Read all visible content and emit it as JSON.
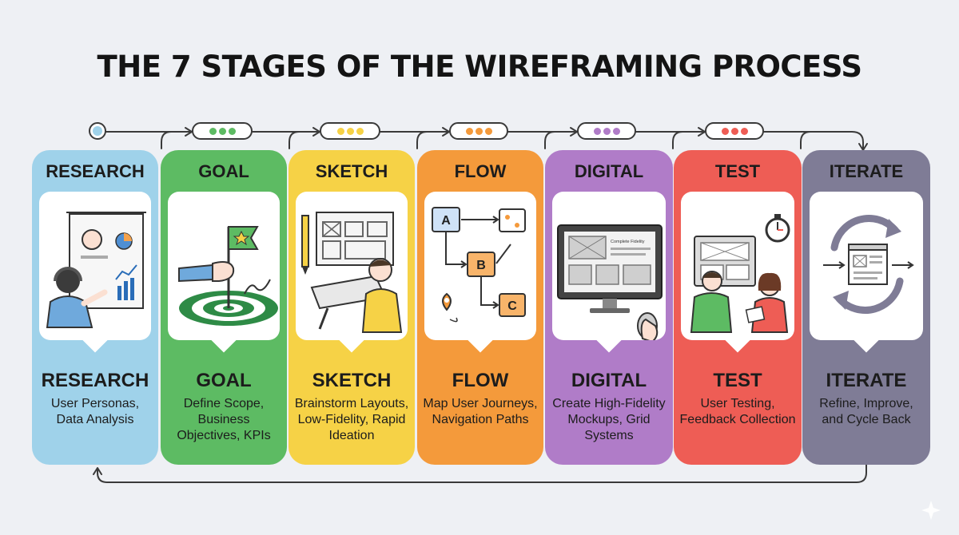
{
  "title": "THE 7 STAGES OF THE WIREFRAMING PROCESS",
  "stages": [
    {
      "header": "RESEARCH",
      "subtitle": "RESEARCH",
      "description": "User Personas, Data Analysis",
      "color": "#9fd2ea",
      "dot_color": "#9fd2ea",
      "dot_count": 1,
      "illustration": "presentation-board-icon"
    },
    {
      "header": "GOAL",
      "subtitle": "GOAL",
      "description": "Define Scope, Business Objectives, KPIs",
      "color": "#5dbb63",
      "dot_color": "#5dbb63",
      "dot_count": 3,
      "illustration": "flag-target-icon"
    },
    {
      "header": "SKETCH",
      "subtitle": "SKETCH",
      "description": "Brainstorm Layouts, Low-Fidelity, Rapid Ideation",
      "color": "#f6d246",
      "dot_color": "#f6d246",
      "dot_count": 3,
      "illustration": "sketchbook-icon"
    },
    {
      "header": "FLOW",
      "subtitle": "FLOW",
      "description": "Map User Journeys, Navigation Paths",
      "color": "#f49a3b",
      "dot_color": "#f49a3b",
      "dot_count": 3,
      "illustration": "flowchart-icon",
      "nodes": [
        "A",
        "B",
        "C"
      ]
    },
    {
      "header": "DIGITAL",
      "subtitle": "DIGITAL",
      "description": "Create High-Fidelity Mockups, Grid Systems",
      "color": "#b07cc8",
      "dot_color": "#b07cc8",
      "dot_count": 3,
      "illustration": "monitor-mockup-icon",
      "screen_label": "Complete Fidelity"
    },
    {
      "header": "TEST",
      "subtitle": "TEST",
      "description": "User Testing, Feedback Collection",
      "color": "#ee5d55",
      "dot_color": "#ee5d55",
      "dot_count": 3,
      "illustration": "user-testing-icon"
    },
    {
      "header": "ITERATE",
      "subtitle": "ITERATE",
      "description": "Refine, Improve, and Cycle Back",
      "color": "#7f7c96",
      "dot_color": "#7f7c96",
      "dot_count": 0,
      "illustration": "cycle-arrows-icon"
    }
  ],
  "colors": {
    "background": "#eef0f4",
    "connector": "#3a3a3a",
    "text": "#1c1c1c"
  }
}
